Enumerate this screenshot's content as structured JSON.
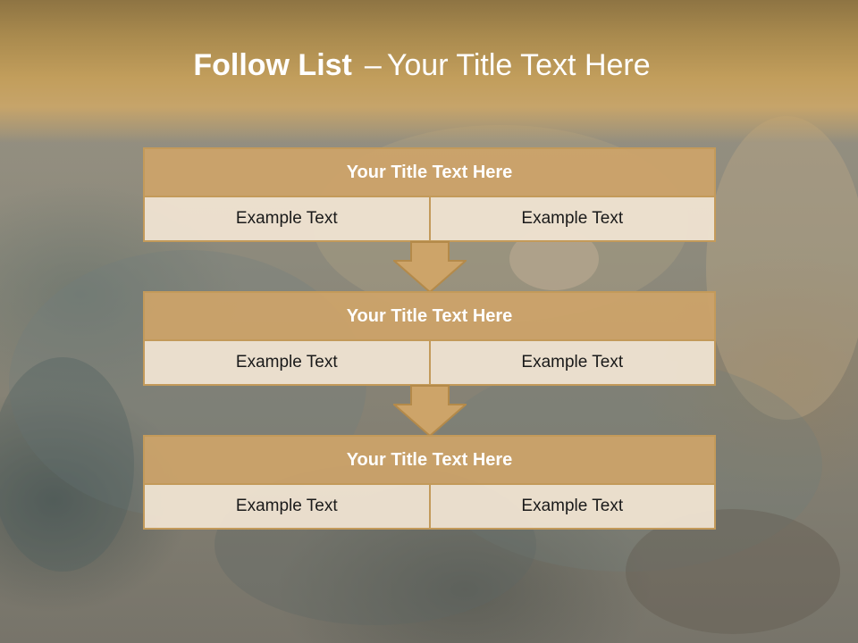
{
  "slide": {
    "title_bold": "Follow List",
    "title_separator": "–",
    "title_rest": "Your Title Text Here"
  },
  "blocks": [
    {
      "header": "Your Title Text Here",
      "left": "Example Text",
      "right": "Example Text"
    },
    {
      "header": "Your Title Text Here",
      "left": "Example Text",
      "right": "Example Text"
    },
    {
      "header": "Your Title Text Here",
      "left": "Example Text",
      "right": "Example Text"
    }
  ],
  "colors": {
    "accent": "#c39a5a",
    "header_fill": "#cda469",
    "cell_fill": "#eee2d0",
    "title_band": "#c29e5c"
  },
  "icons": [
    "down-arrow-icon",
    "down-arrow-icon"
  ]
}
